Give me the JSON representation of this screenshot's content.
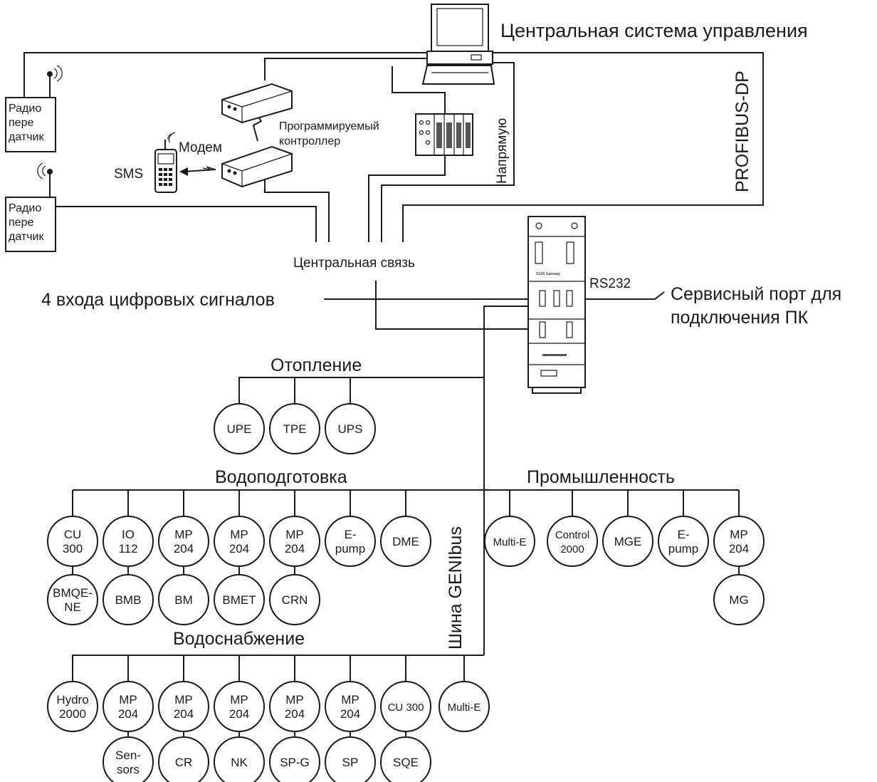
{
  "labels": {
    "central_system": "Центральная система управления",
    "profibus": "PROFIBUS-DP",
    "direct": "Напрямую",
    "plc_line1": "Программируемый",
    "plc_line2": "контроллер",
    "modem": "Модем",
    "sms": "SMS",
    "radio_line1": "Радио",
    "radio_line2": "пере",
    "radio_line3": "датчик",
    "central_link": "Центральная связь",
    "digital_inputs": "4 входа цифровых сигналов",
    "rs232": "RS232",
    "service_line1": "Сервисный порт для",
    "service_line2": "подключения ПК",
    "gateway_title": "G100 Gateway",
    "bus": "Шина GENIbus",
    "heating": "Отопление",
    "water_treatment": "Водоподготовка",
    "industry": "Промышленность",
    "water_supply": "Водоснабжение"
  },
  "heating": [
    [
      "UPE"
    ],
    [
      "TPE"
    ],
    [
      "UPS"
    ]
  ],
  "water_treatment": {
    "top": [
      [
        "CU",
        "300"
      ],
      [
        "IO",
        "112"
      ],
      [
        "MP",
        "204"
      ],
      [
        "MP",
        "204"
      ],
      [
        "MP",
        "204"
      ],
      [
        "E-",
        "pump"
      ],
      [
        "DME"
      ]
    ],
    "bottom": [
      [
        "BMQE-",
        "NE"
      ],
      [
        "BMB"
      ],
      [
        "BM"
      ],
      [
        "BMET"
      ],
      [
        "CRN"
      ]
    ]
  },
  "industry": {
    "top": [
      [
        "Multi-E"
      ],
      [
        "Control",
        "2000"
      ],
      [
        "MGE"
      ],
      [
        "E-",
        "pump"
      ],
      [
        "MP",
        "204"
      ]
    ],
    "bottom": [
      [
        "MG"
      ]
    ]
  },
  "water_supply": {
    "top": [
      [
        "Hydro",
        "2000"
      ],
      [
        "MP",
        "204"
      ],
      [
        "MP",
        "204"
      ],
      [
        "MP",
        "204"
      ],
      [
        "MP",
        "204"
      ],
      [
        "MP",
        "204"
      ],
      [
        "CU 300"
      ],
      [
        "Multi-E"
      ]
    ],
    "bottom": [
      [
        "Sen-",
        "sors"
      ],
      [
        "CR"
      ],
      [
        "NK"
      ],
      [
        "SP-G"
      ],
      [
        "SP"
      ],
      [
        "SQE"
      ]
    ]
  }
}
